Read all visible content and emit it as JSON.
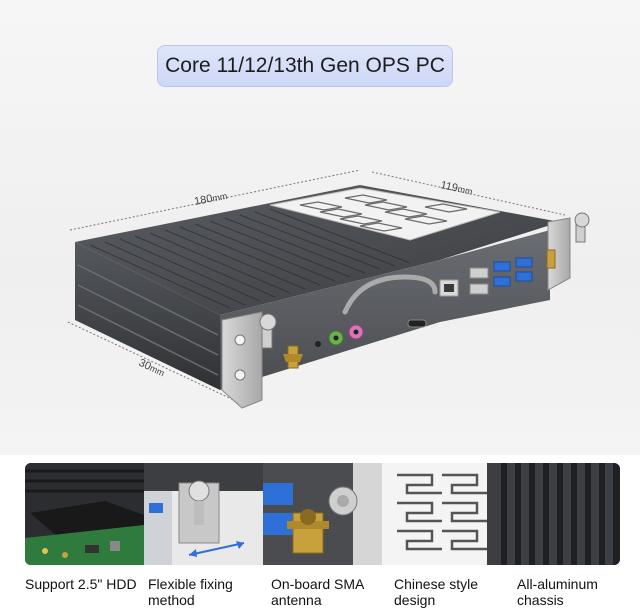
{
  "title": "Core 11/12/13th Gen OPS PC",
  "dimensions": {
    "length": "180",
    "width": "119",
    "height": "30",
    "unit": "mm"
  },
  "features": [
    {
      "label_line1": "Support 2.5\" HDD",
      "label_line2": ""
    },
    {
      "label_line1": "Flexible fixing",
      "label_line2": "method"
    },
    {
      "label_line1": "On-board SMA",
      "label_line2": "antenna"
    },
    {
      "label_line1": "Chinese style",
      "label_line2": "design"
    },
    {
      "label_line1": "All-aluminum",
      "label_line2": "chassis"
    }
  ],
  "colors": {
    "badge": "#d6def8",
    "chassis": "#4a4d52",
    "usb_blue": "#2f6fd8",
    "audio_green": "#6ab04c",
    "audio_pink": "#d874b7",
    "antenna_gold": "#c9a13c"
  }
}
